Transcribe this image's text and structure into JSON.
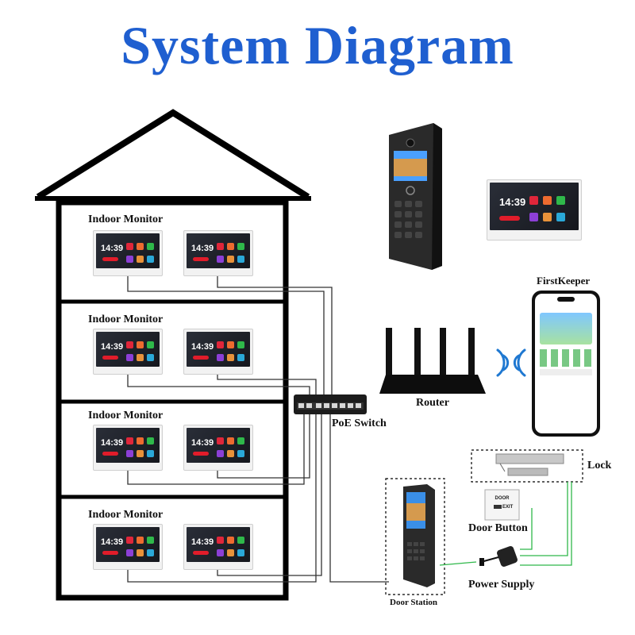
{
  "title": "System Diagram",
  "labels": {
    "indoor_monitor": "Indoor Monitor",
    "first_keeper": "FirstKeeper",
    "router": "Router",
    "poe_switch": "PoE Switch",
    "lock": "Lock",
    "door_button": "Door Button",
    "power_supply": "Power Supply",
    "door_station": "Door Station"
  },
  "monitor_time": "14:39",
  "exit_button_text": {
    "top": "DOOR",
    "bottom": "EXIT"
  },
  "colors": {
    "title": "#1f5fd0",
    "lines": "#333333",
    "green_wire": "#2fb84a",
    "wifi": "#1f78d1"
  }
}
